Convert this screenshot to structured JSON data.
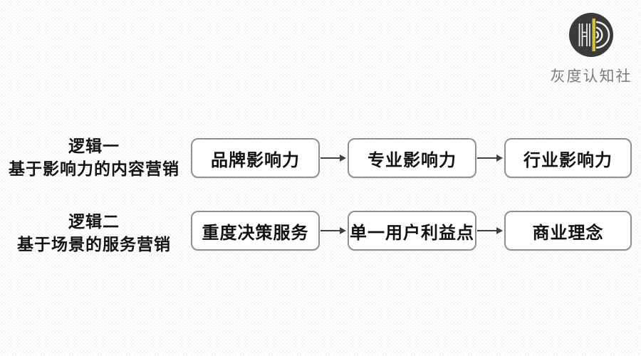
{
  "logo": {
    "icon": "hd-monogram-logo-icon",
    "text": "灰度认知社"
  },
  "colors": {
    "label_color": "#141414",
    "box_border_color": "#8f8f8f",
    "box_text_color": "#121212",
    "arrow_color": "#404040",
    "logo_circle_color": "#3b3a38",
    "logo_accent_color": "#d3c531",
    "logo_stroke_color": "#f5f5f2",
    "logo_text_color": "#7c7c7c"
  },
  "rows": [
    {
      "label_line1": "逻辑一",
      "label_line2": "基于影响力的内容营销",
      "boxes": [
        "品牌影响力",
        "专业影响力",
        "行业影响力"
      ]
    },
    {
      "label_line1": "逻辑二",
      "label_line2": "基于场景的服务营销",
      "boxes": [
        "重度决策服务",
        "单一用户利益点",
        "商业理念"
      ]
    }
  ]
}
